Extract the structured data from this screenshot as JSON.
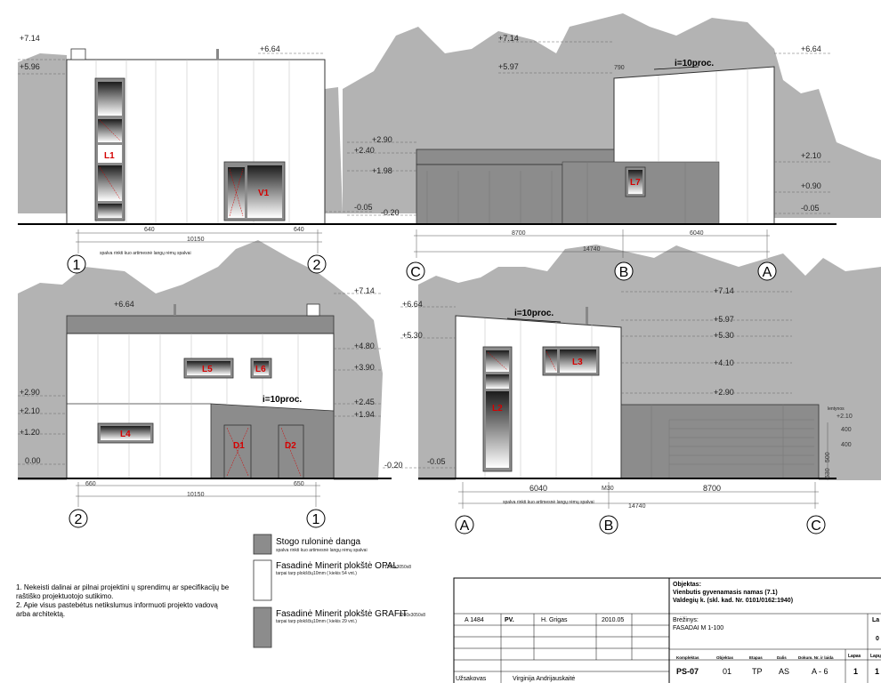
{
  "elevations": {
    "e1": {
      "levels_left": [
        "+7.14",
        "+5.96"
      ],
      "levels_right": [
        "+6.64",
        "-0.05"
      ],
      "windows": [
        "L1",
        "V1"
      ],
      "dims": [
        "640",
        "10150",
        "640"
      ],
      "note": "spalva rinkti kuo artimesnė langų rėmų spalvai",
      "axes": [
        "1",
        "2"
      ]
    },
    "e2": {
      "levels_left": [
        "+7.14",
        "+5.97",
        "+2.90",
        "+2.40",
        "+1.98",
        "-0.20"
      ],
      "levels_right": [
        "+6.64",
        "+2.10",
        "+0.90",
        "-0.05"
      ],
      "windows": [
        "L7"
      ],
      "slope": "i=10proc.",
      "dims": [
        "790",
        "8700",
        "6040",
        "14740"
      ],
      "axes": [
        "C",
        "B",
        "A"
      ]
    },
    "e3": {
      "levels_left": [
        "+6.64",
        "+2.90",
        "+2.10",
        "+1.20",
        "0.00"
      ],
      "levels_right": [
        "+7.14",
        "+4.80",
        "+3.90",
        "+2.45",
        "+1.94"
      ],
      "windows": [
        "L5",
        "L6",
        "L4",
        "D1",
        "D2"
      ],
      "slope": "i=10proc.",
      "dims": [
        "660",
        "10150",
        "650"
      ],
      "axes": [
        "2",
        "1"
      ]
    },
    "e4": {
      "levels_left": [
        "+6.64",
        "+5.30",
        "-0.20",
        "-0.05"
      ],
      "levels_right": [
        "+7.14",
        "+5.97",
        "+5.30",
        "+4.10",
        "+2.90",
        "+2.10"
      ],
      "windows": [
        "L3",
        "L2"
      ],
      "slope": "i=10proc.",
      "dims": [
        "6040",
        "M30",
        "8700",
        "14740",
        "400",
        "400",
        "530",
        "500"
      ],
      "note": "spalva rinkti kuo artimesnė langų rėmų spalvai",
      "small_label": "lentynos",
      "axes": [
        "A",
        "B",
        "C"
      ]
    }
  },
  "legend": [
    {
      "title": "Stogo ruloninė danga",
      "sub": "spalva rinkti kuo artimesnė langų rėmų spalvai",
      "color": "#8c8c8c"
    },
    {
      "title": "Fasadinė Minerit plokštė  OPAL",
      "title_small": "1200x3050x8",
      "sub": "tarpai tarp plokščių10mm  ( kiekis 54 vnt.)",
      "color": "#ffffff"
    },
    {
      "title": "Fasadinė Minerit plokštė GRAFIT",
      "title_small": "1200x3050x8",
      "sub": "tarpai tarp plokščių10mm  ( kiekis 29 vnt.)",
      "color": "#8c8c8c"
    }
  ],
  "notes": [
    "1. Nekeisti dalinai ar pilnai projektini ų sprendimų ar specifikacijų be",
    "raštiško projektuotojo sutikimo.",
    "2. Apie visus pastebėtus netikslumus informuoti projekto vadovą",
    "arba architektą."
  ],
  "title_block": {
    "objektas_label": "Objektas:",
    "objektas_line1": "Vienbutis gyvenamasis namas  (7.1)",
    "objektas_line2": "Valdegių k. (skl. kad. Nr. 0101/0162:1940)",
    "row1": [
      "A 1484",
      "PV.",
      "H. Grigas",
      "2010.05"
    ],
    "brezinys_label": "Brėžinys:",
    "brezinys_value": "FASADAI  M 1-100",
    "headers": [
      "Komplektas",
      "Objektas",
      "Etapas",
      "Dalis",
      "Dokum. Nr. ir laida",
      "Lapas",
      "Lapų"
    ],
    "values": [
      "PS-07",
      "01",
      "TP",
      "AS",
      "A - 6",
      "1",
      "1"
    ],
    "uzsakovas_label": "Užsakovas",
    "uzsakovas_value": "Virginija Andrijauskaitė",
    "lapas_short": "La",
    "lapas_short_value": "0"
  },
  "colors": {
    "grey_tone": "#b3b3b3",
    "dark_panel": "#8c8c8c",
    "red_label": "#d40000"
  }
}
